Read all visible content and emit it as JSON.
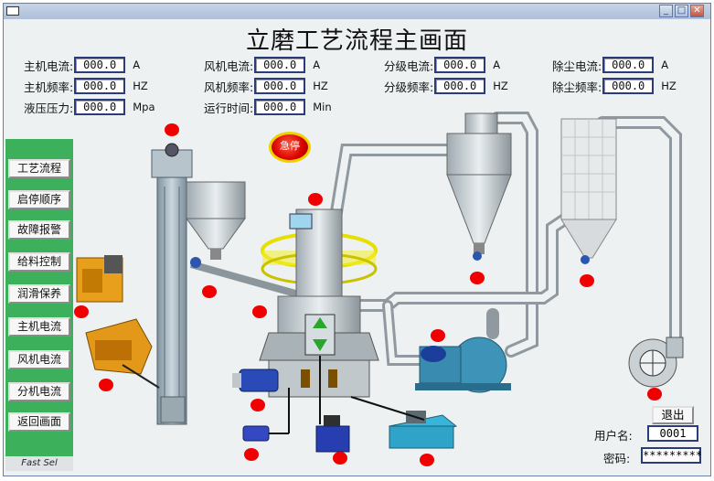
{
  "window": {
    "minimize": "_",
    "maximize": "□",
    "close": "✕"
  },
  "title": "立磨工艺流程主画面",
  "params": {
    "main_current": {
      "label": "主机电流:",
      "value": "000.0",
      "unit": "A"
    },
    "fan_current": {
      "label": "风机电流:",
      "value": "000.0",
      "unit": "A"
    },
    "classifier_current": {
      "label": "分级电流:",
      "value": "000.0",
      "unit": "A"
    },
    "dust_current": {
      "label": "除尘电流:",
      "value": "000.0",
      "unit": "A"
    },
    "main_freq": {
      "label": "主机频率:",
      "value": "000.0",
      "unit": "HZ"
    },
    "fan_freq": {
      "label": "风机频率:",
      "value": "000.0",
      "unit": "HZ"
    },
    "classifier_freq": {
      "label": "分级频率:",
      "value": "000.0",
      "unit": "HZ"
    },
    "dust_freq": {
      "label": "除尘频率:",
      "value": "000.0",
      "unit": "HZ"
    },
    "hydraulic_pressure": {
      "label": "液压压力:",
      "value": "000.0",
      "unit": "Mpa"
    },
    "run_time": {
      "label": "运行时间:",
      "value": "000.0",
      "unit": "Min"
    }
  },
  "nav": [
    "工艺流程",
    "启停顺序",
    "故障报警",
    "给料控制",
    "润滑保养",
    "主机电流",
    "风机电流",
    "分机电流",
    "返回画面"
  ],
  "fast_sel": "Fast Sel",
  "estop_label": "急停",
  "exit_label": "退出",
  "login": {
    "user_label": "用户名:",
    "user_value": "0001",
    "password_label": "密码:",
    "password_value": "*********"
  },
  "colors": {
    "sidebar": "#3cb05a",
    "indicator": "#f00000",
    "field_border": "#2b3c7a"
  }
}
